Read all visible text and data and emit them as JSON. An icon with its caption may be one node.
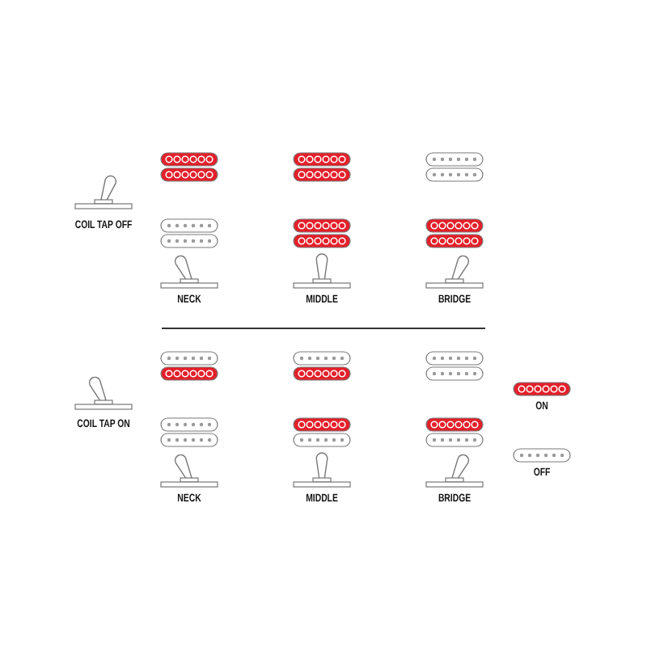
{
  "diagram": {
    "labels": [
      "COIL TAP OFF",
      "NECK",
      "MIDDLE",
      "BRIDGE",
      "COIL TAP ON",
      "NECK",
      "MIDDLE",
      "BRIDGE"
    ],
    "legend": [
      {
        "text": "ON",
        "color": "#e3202a"
      },
      {
        "text": "OFF"
      }
    ]
  }
}
